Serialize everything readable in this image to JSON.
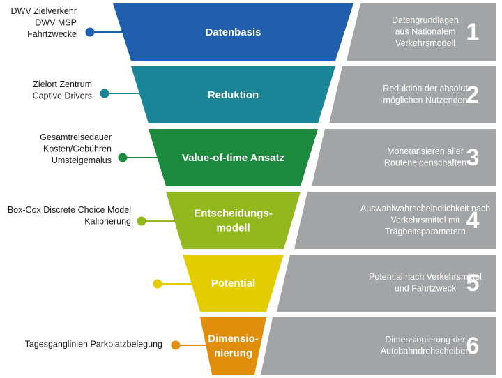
{
  "stages": [
    {
      "title": [
        "Datenbasis"
      ],
      "color": "#1f5fad",
      "inputs": [
        "DWV Zielverkehr",
        "DWV MSP",
        "Fahrtzwecke"
      ],
      "description": [
        "Datengrundlagen",
        "aus Nationalem",
        "Verkehrsmodell"
      ],
      "number": "1"
    },
    {
      "title": [
        "Reduktion"
      ],
      "color": "#1a8597",
      "inputs": [
        "Zielort Zentrum",
        "Captive Drivers"
      ],
      "description": [
        "Reduktion der absolut",
        "möglichen Nutzenden"
      ],
      "number": "2"
    },
    {
      "title": [
        "Value-of-time Ansatz"
      ],
      "color": "#1b8a3c",
      "inputs": [
        "Gesamtreisedauer",
        "Kosten/Gebühren",
        "Umsteigemalus"
      ],
      "description": [
        "Monetarisieren aller",
        "Routeneigenschaften"
      ],
      "number": "3"
    },
    {
      "title": [
        "Entscheidungs-",
        "modell"
      ],
      "color": "#93b81e",
      "inputs": [
        "Box-Cox Discrete Choice Model",
        "Kalibrierung"
      ],
      "description": [
        "Auswahlwahrscheindlichkeit nach",
        "Verkehrsmittel mit",
        "Trägheitsparametern"
      ],
      "number": "4"
    },
    {
      "title": [
        "Potential"
      ],
      "color": "#e3cd00",
      "inputs": [],
      "description": [
        "Potential nach Verkehrsmittel",
        "und Fahrtzweck"
      ],
      "number": "5"
    },
    {
      "title": [
        "Dimensio-",
        "nierung"
      ],
      "color": "#e08e0b",
      "inputs": [
        "Tagesganglinien Parkplatzbelegung"
      ],
      "description": [
        "Dimensionierung der",
        "Autobahndrehscheiben"
      ],
      "number": "6"
    }
  ],
  "colors": {
    "description_panel": "#a2a4a6",
    "text_dark": "#1a1a1a",
    "text_light": "#ffffff"
  }
}
